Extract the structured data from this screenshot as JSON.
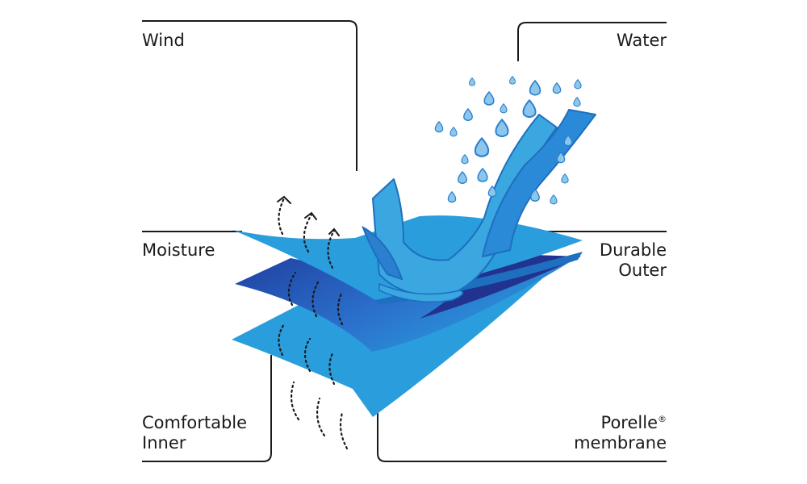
{
  "labels": {
    "wind": "Wind",
    "water": "Water",
    "moisture": "Moisture",
    "durable_outer_line1": "Durable",
    "durable_outer_line2": "Outer",
    "comfortable_inner_line1": "Comfortable",
    "comfortable_inner_line2": "Inner",
    "porelle_line1": "Porelle",
    "porelle_mark": "®",
    "porelle_line2": "membrane"
  },
  "colors": {
    "line": "#1a1a1a",
    "fabric_light": "#2a9ddc",
    "fabric_mid": "#2b7fcf",
    "membrane_dark": "#1f3f9e",
    "drop_fill": "#8cc6ea",
    "drop_stroke": "#2b7fcf",
    "arrow": "#1a1a1a"
  }
}
